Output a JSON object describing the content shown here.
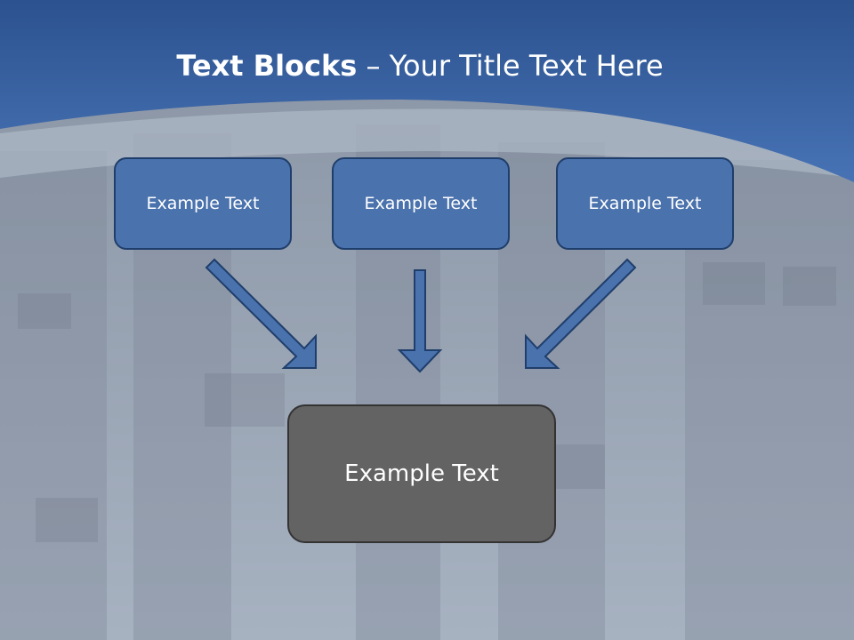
{
  "title": {
    "bold": "Text Blocks",
    "separator": " – ",
    "rest": "Your Title Text Here"
  },
  "top_boxes": [
    {
      "label": "Example Text"
    },
    {
      "label": "Example Text"
    },
    {
      "label": "Example Text"
    }
  ],
  "bottom_box": {
    "label": "Example Text"
  },
  "colors": {
    "header_blue": "#3f66a8",
    "box_blue": "#4a72ad",
    "box_border": "#1f3e6b",
    "center_box": "#636363"
  }
}
